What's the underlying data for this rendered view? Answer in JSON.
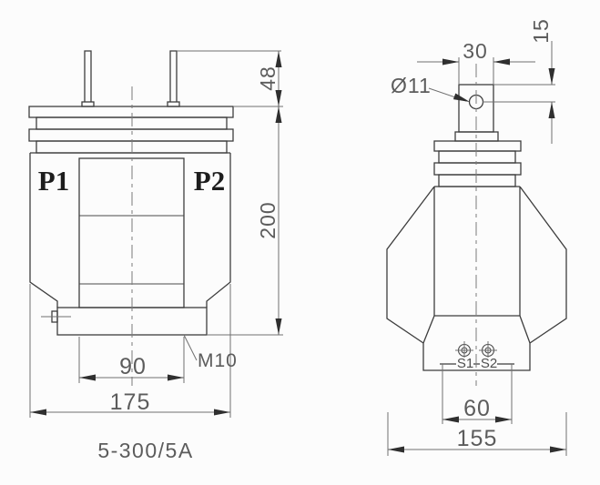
{
  "front_view": {
    "terminal_p1": "P1",
    "terminal_p2": "P2",
    "dim_terminal_height": "48",
    "dim_body_height": "200",
    "dim_window_width": "90",
    "dim_overall_width": "175",
    "thread_label": "M10",
    "ratio_label": "5-300/5A"
  },
  "side_view": {
    "dim_tab_width": "30",
    "dim_hole_offset": "15",
    "hole_diameter_label": "Ø11",
    "terminal_s1": "S1",
    "terminal_s2": "S2",
    "dim_terminal_spacing": "60",
    "dim_overall_depth": "155"
  },
  "colors": {
    "background": "#fcfcfc",
    "object_line": "#3d3d3d",
    "dimension_line": "#6f6f6f",
    "dimension_text": "#5c5c5c",
    "label_text": "#1d1d1d"
  }
}
